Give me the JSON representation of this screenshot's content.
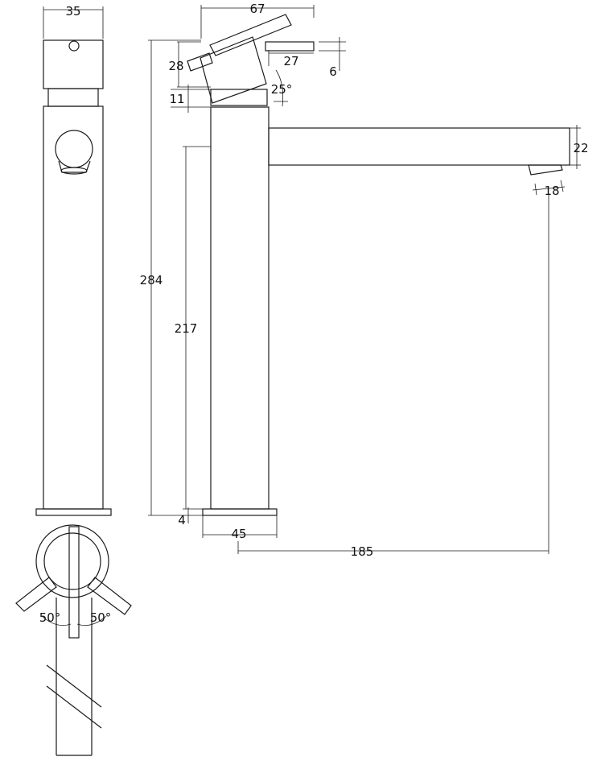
{
  "dimensions": {
    "width_35": "35",
    "top_67": "67",
    "handle_28": "28",
    "handle_27": "27",
    "handle_6": "6",
    "angle_25": "25°",
    "collar_11": "11",
    "spout_22": "22",
    "aerator_18": "18",
    "height_284": "284",
    "height_217": "217",
    "base_4": "4",
    "base_45": "45",
    "reach_185": "185",
    "rot_left_50": "50°",
    "rot_right_50": "50°"
  }
}
